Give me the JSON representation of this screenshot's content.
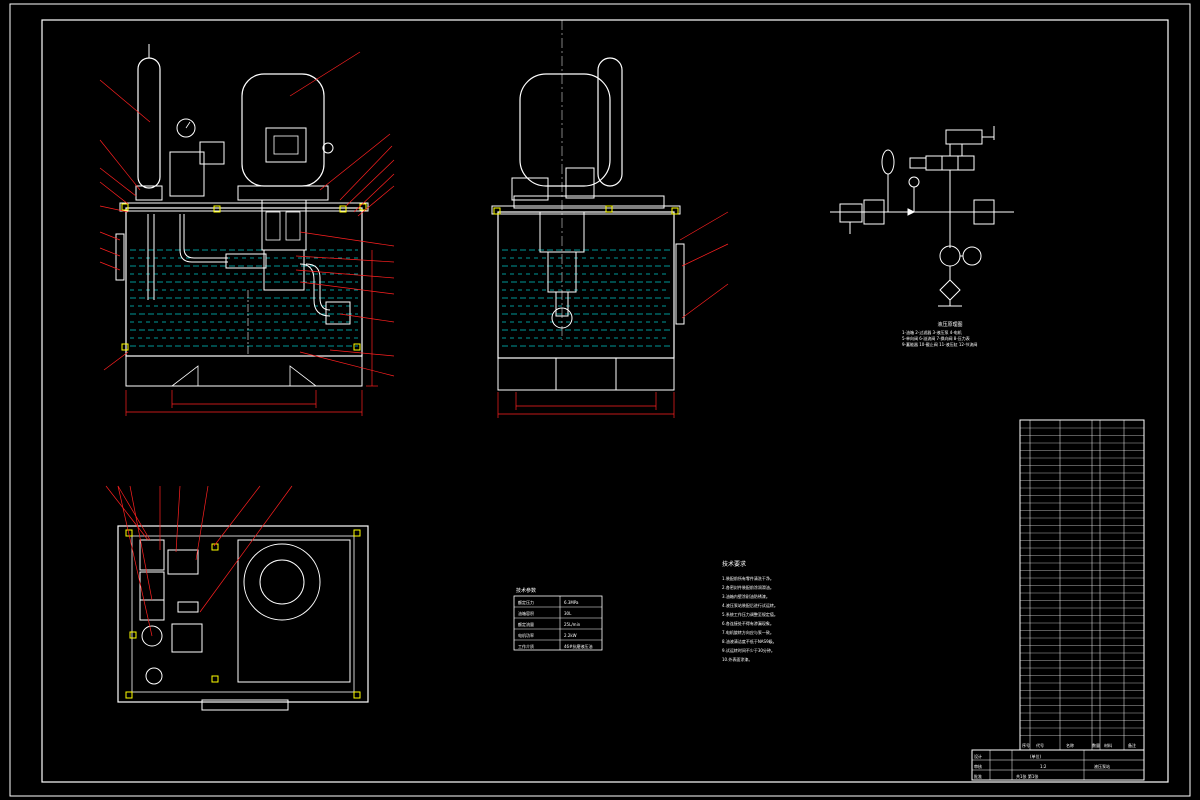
{
  "colors": {
    "background": "#000000",
    "frame": "#ffffff",
    "outline": "#ffffff",
    "leader": "#ff2020",
    "hatch": "#00c8c8",
    "oil_line": "#00c8c8",
    "dimension": "#ff2020",
    "center_line": "#ffffff",
    "yellow_mark": "#ffff00"
  },
  "spec_table": {
    "title": "技术参数",
    "rows": [
      {
        "label": "额定压力",
        "value": "6.3MPa"
      },
      {
        "label": "油箱容积",
        "value": "30L"
      },
      {
        "label": "额定流量",
        "value": "25L/min"
      },
      {
        "label": "电机功率",
        "value": "2.2kW"
      },
      {
        "label": "工作介质",
        "value": "46#抗磨液压油"
      }
    ]
  },
  "tech_requirements": {
    "title": "技术要求",
    "items": [
      "1.装配前所有零件清洗干净。",
      "2.各密封件装配前涂润滑油。",
      "3.油箱内壁涂耐油防锈漆。",
      "4.液压泵站装配后进行试运转。",
      "5.系统工作压力调整至规定值。",
      "6.各连接处不得有渗漏现象。",
      "7.电机旋转方向应与泵一致。",
      "8.油液清洁度不低于NAS9级。",
      "9.试运转时间不少于30分钟。",
      "10.外表面涂漆。"
    ]
  },
  "schematic_legend": {
    "title": "液压原理图",
    "lines": [
      "1-油箱 2-过滤器 3-液压泵 4-电机",
      "5-单向阀 6-溢流阀 7-换向阀 8-压力表",
      "9-蓄能器 10-截止阀 11-液压缸 12-节流阀"
    ]
  },
  "title_block": {
    "drawing_name": "液压泵站",
    "scale": "1:2",
    "sheet": "共1张 第1张",
    "designer_label": "设计",
    "checker_label": "审核",
    "approver_label": "批准",
    "company": "(单位)"
  },
  "parts_list_header": [
    "序号",
    "代号",
    "名称",
    "数量",
    "材料",
    "备注"
  ]
}
